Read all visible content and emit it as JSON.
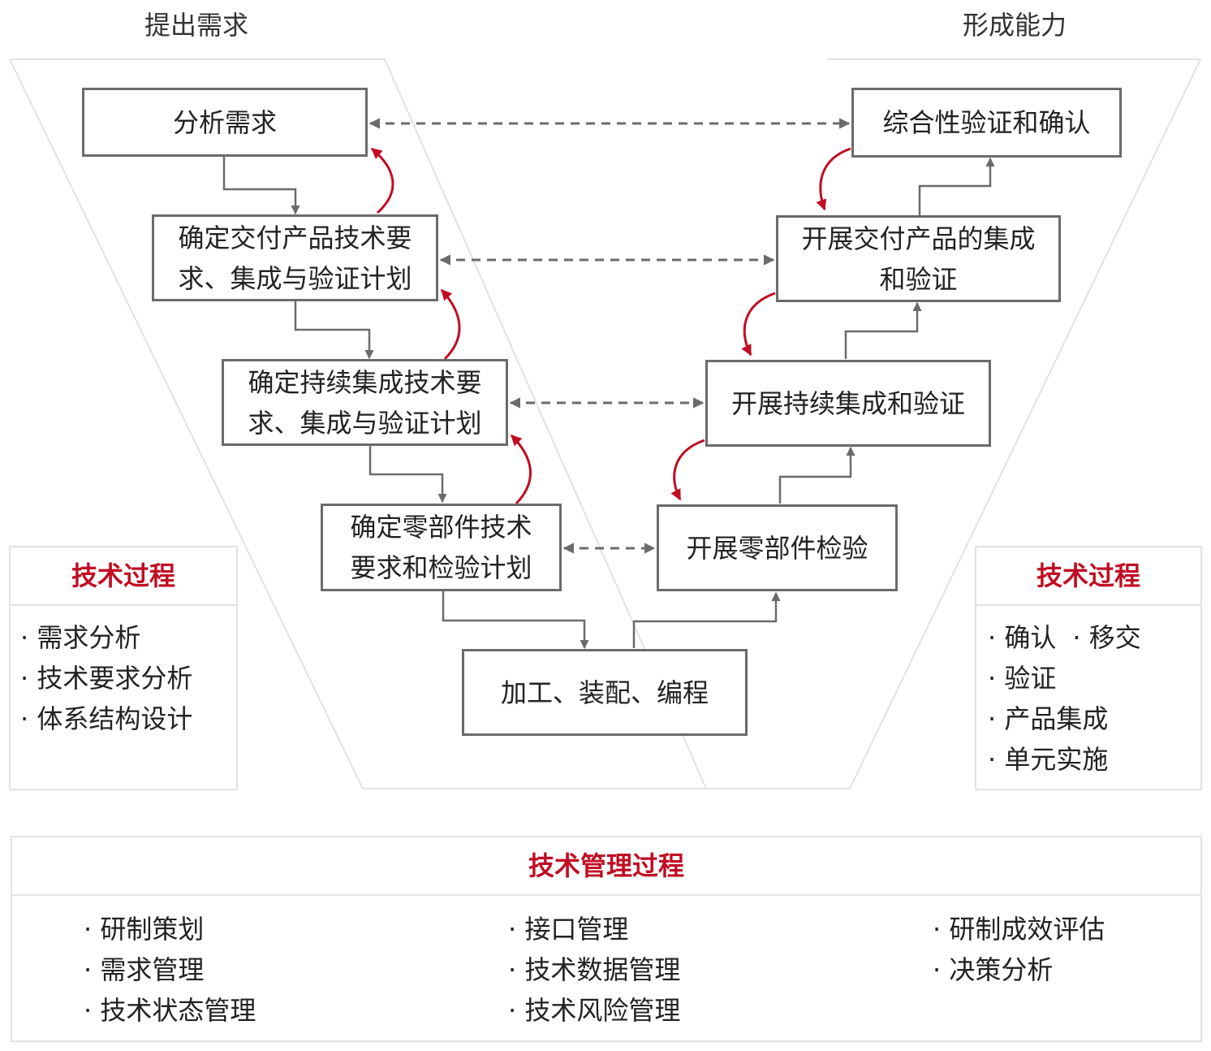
{
  "headings": {
    "left": "提出需求",
    "right": "形成能力"
  },
  "left_boxes": [
    {
      "lines": [
        "分析需求"
      ]
    },
    {
      "lines": [
        "确定交付产品技术要",
        "求、集成与验证计划"
      ]
    },
    {
      "lines": [
        "确定持续集成技术要",
        "求、集成与验证计划"
      ]
    },
    {
      "lines": [
        "确定零部件技术",
        "要求和检验计划"
      ]
    }
  ],
  "bottom_box": {
    "lines": [
      "加工、装配、编程"
    ]
  },
  "right_boxes": [
    {
      "lines": [
        "综合性验证和确认"
      ]
    },
    {
      "lines": [
        "开展交付产品的集成",
        "和验证"
      ]
    },
    {
      "lines": [
        "开展持续集成和验证"
      ]
    },
    {
      "lines": [
        "开展零部件检验"
      ]
    }
  ],
  "left_panel": {
    "title": "技术过程",
    "items": [
      "需求分析",
      "技术要求分析",
      "体系结构设计"
    ]
  },
  "right_panel": {
    "title": "技术过程",
    "row1": [
      "确认",
      "移交"
    ],
    "items": [
      "验证",
      "产品集成",
      "单元实施"
    ]
  },
  "bottom_panel": {
    "title": "技术管理过程",
    "col1": [
      "研制策划",
      "需求管理",
      "技术状态管理"
    ],
    "col2": [
      "接口管理",
      "技术数据管理",
      "技术风险管理"
    ],
    "col3": [
      "研制成效评估",
      "决策分析"
    ]
  },
  "colors": {
    "accent": "#c00d23",
    "arrow": "#6b6b6b",
    "border": "#6b6b6b",
    "panel_border": "#e3e3e3"
  }
}
